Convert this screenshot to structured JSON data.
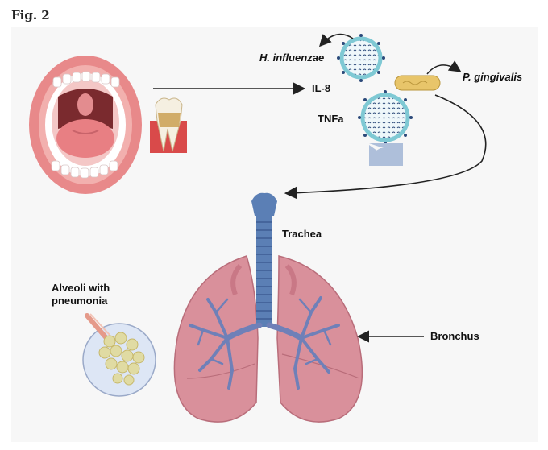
{
  "figure": {
    "label": "Fig. 2"
  },
  "labels": {
    "h_influenzae": "H. influenzae",
    "il8": "IL-8",
    "tnfa": "TNFa",
    "p_gingivalis": "P. gingivalis",
    "trachea": "Trachea",
    "alveoli_line1": "Alveoli with",
    "alveoli_line2": "pneumonia",
    "bronchus": "Bronchus"
  },
  "colors": {
    "lips": "#e8898a",
    "mouth_dark": "#7a2a2e",
    "tongue": "#e87f83",
    "teeth": "#ffffff",
    "trachea": "#5b7fb5",
    "lung": "#d9909b",
    "lung_inner": "#c97886",
    "bronchi": "#6f80b8",
    "virus_ring": "#7fc9d4",
    "bacterium": "#e8c56a",
    "receptor": "#aebfda",
    "alveoli": "#e0dba3"
  }
}
